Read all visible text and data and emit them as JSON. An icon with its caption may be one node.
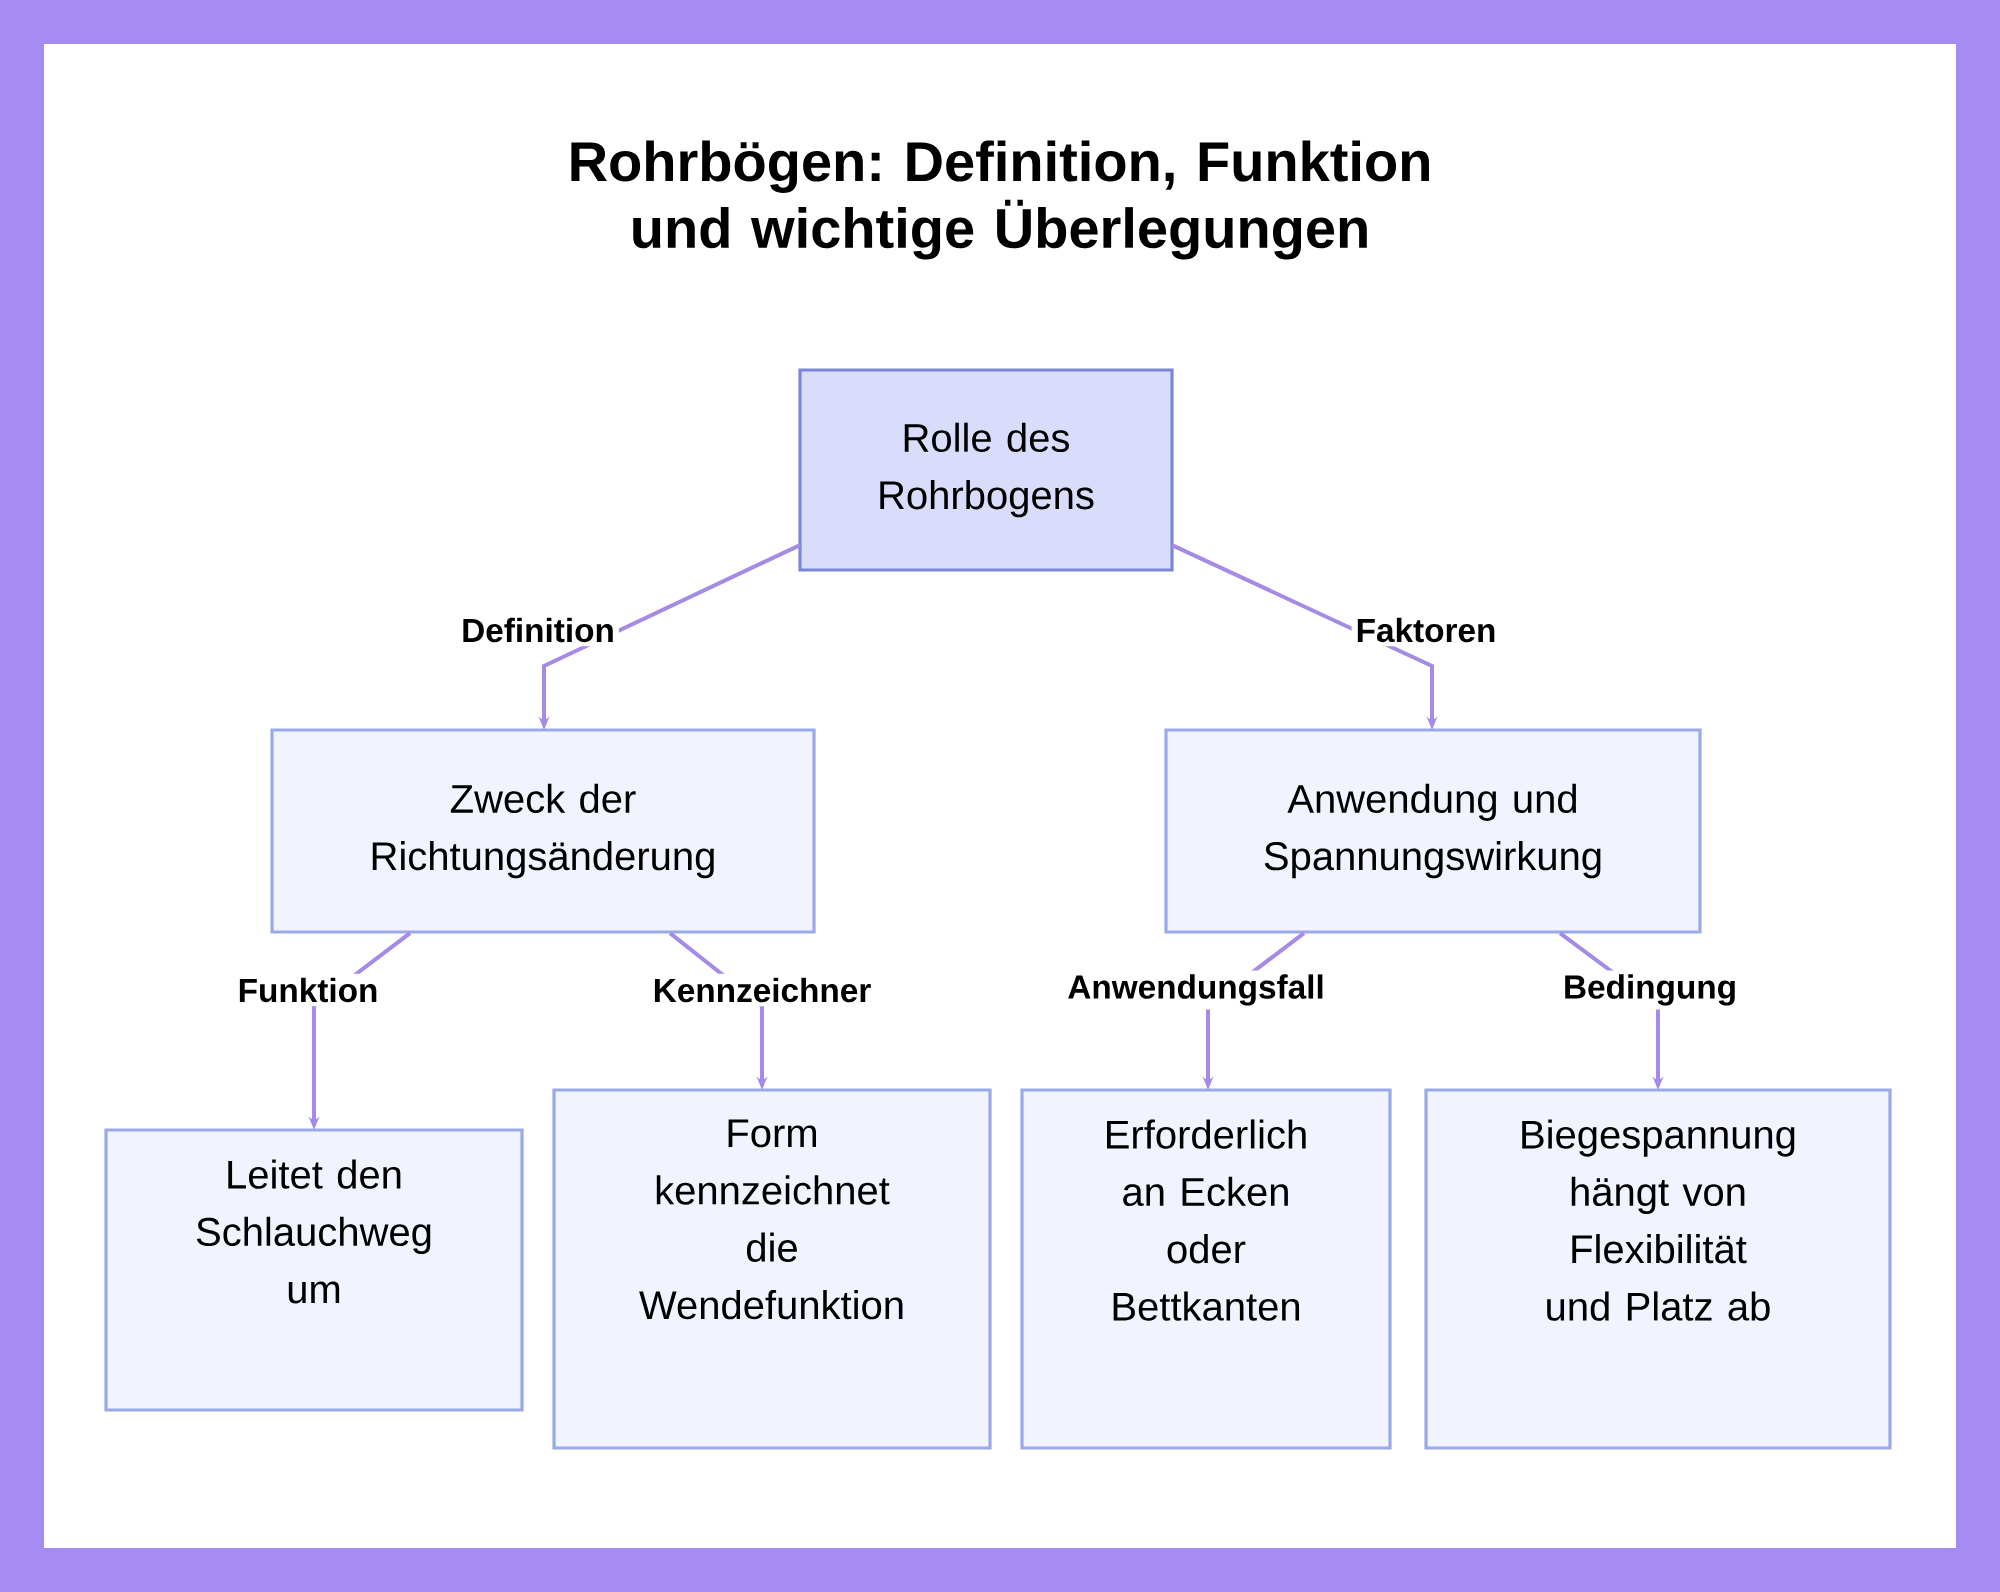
{
  "diagram": {
    "title": "Rohrbögen: Definition, Funktion und wichtige Überlegungen",
    "nodes": [
      {
        "text": [
          "Rolle des Rohrbogens"
        ]
      },
      {
        "text": [
          "Zweck der Richtungsänderung"
        ]
      },
      {
        "text": [
          "Anwendung und Spannungswirkung"
        ]
      },
      {
        "text": [
          "Leitet den Schlauchweg um"
        ]
      },
      {
        "text": [
          "Form kennzeichnet die Wendefunktion"
        ]
      },
      {
        "text": [
          "Erforderlich an Ecken oder Bettkanten"
        ]
      },
      {
        "text": [
          "Biegespannung hängt von Flexibilität und Platz ab"
        ]
      }
    ],
    "edges": [
      {
        "from": 0,
        "to": 1,
        "label": "Definition",
        "arrow": "to"
      },
      {
        "from": 0,
        "to": 2,
        "label": "Faktoren",
        "arrow": "to"
      },
      {
        "from": 1,
        "to": 3,
        "label": "Funktion",
        "arrow": "to"
      },
      {
        "from": 1,
        "to": 4,
        "label": "Kennzeichner",
        "arrow": "to"
      },
      {
        "from": 2,
        "to": 5,
        "label": "Anwendungsfall",
        "arrow": "to"
      },
      {
        "from": 2,
        "to": 6,
        "label": "Bedingung",
        "arrow": "to"
      }
    ]
  }
}
